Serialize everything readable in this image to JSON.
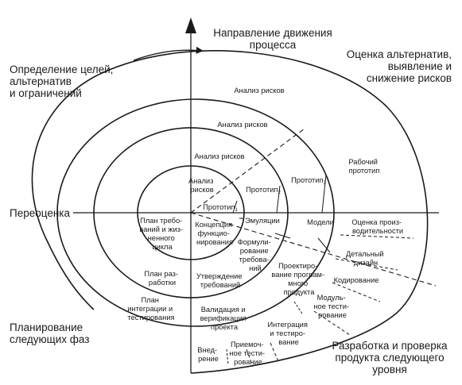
{
  "quadrant_titles": {
    "top": [
      "Направление движения",
      "процесса"
    ],
    "top_left": [
      "Определение целей,",
      "альтернатив",
      "и ограничений"
    ],
    "top_right": [
      "Оценка альтернатив,",
      "выявление и",
      "снижение рисков"
    ],
    "left_axis": "Переоценка",
    "bottom_left": [
      "Планирование",
      "следующих фаз"
    ],
    "bottom_right": [
      "Разработка и проверка",
      "продукта следующего",
      "уровня"
    ]
  },
  "risk_analysis": [
    [
      "Анализ рисков"
    ],
    [
      "Анализ рисков"
    ],
    [
      "Анализ рисков"
    ],
    [
      "Анализ",
      "рисков"
    ]
  ],
  "prototypes": {
    "p1": {
      "label": "Прототип",
      "sub": "1"
    },
    "p2": {
      "label": "Прототип",
      "sub": "2"
    },
    "p3": {
      "label": "Прототип",
      "sub": "3"
    },
    "working": [
      "Рабочий",
      "прототип"
    ]
  },
  "right_labels": {
    "emulations": "Эмуляции",
    "models": "Модели",
    "performance": [
      "Оценка произ-",
      "водительности"
    ],
    "concept": [
      "Концепция",
      "функцио-",
      "нирования"
    ],
    "req_formulation": [
      "Формули-",
      "рование",
      "требова-",
      "ний"
    ],
    "program_design": [
      "Проектиро-",
      "вание програм-",
      "много",
      "продукта"
    ],
    "detailed_design": [
      "Детальный",
      "дизайн"
    ],
    "coding": "Кодирование",
    "module_testing": [
      "Модуль-",
      "ное тести-",
      "рование"
    ],
    "integration_testing": [
      "Интеграция",
      "и тестиро-",
      "вание"
    ],
    "acceptance": [
      "Приемоч-",
      "ное тести-",
      "рование"
    ],
    "deployment": [
      "Внед-",
      "рение"
    ]
  },
  "left_labels": {
    "req_plan": [
      "План требо-",
      "ваний и жиз-",
      "ненного",
      "цикла"
    ],
    "dev_plan": [
      "План раз-",
      "работки"
    ],
    "req_approval": [
      "Утверждение",
      "требований"
    ],
    "integration_plan": [
      "План",
      "интеграции и",
      "тестирования"
    ],
    "validation": [
      "Валидация и",
      "верификация",
      "проекта"
    ]
  }
}
